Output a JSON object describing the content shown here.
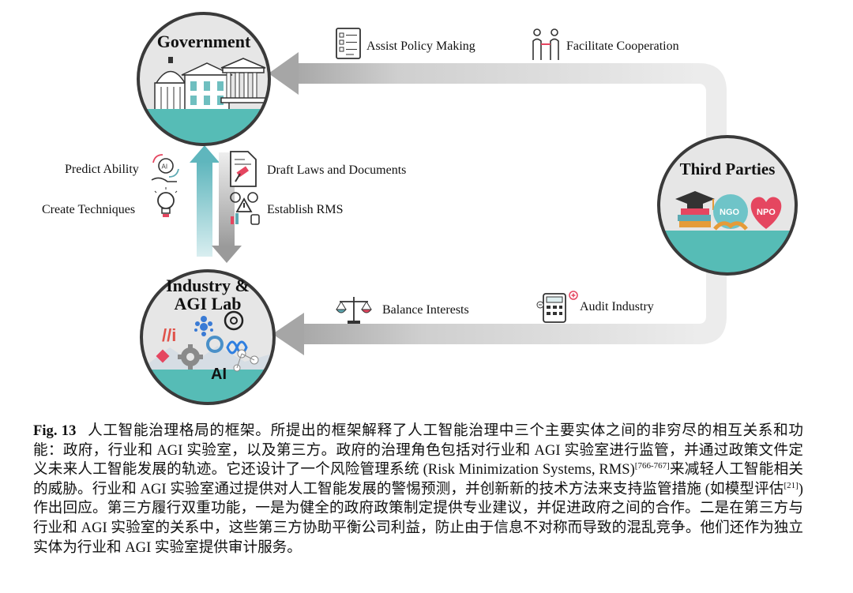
{
  "nodes": {
    "government": "Government",
    "industry_line1": "Industry &",
    "industry_line2": "AGI Lab",
    "third_parties": "Third Parties"
  },
  "badges": {
    "ngo": "NGO",
    "npo": "NPO"
  },
  "industry_logo_text": {
    "ai": "AI"
  },
  "labels": {
    "assist_policy": "Assist Policy Making",
    "facilitate_cooperation": "Facilitate Cooperation",
    "draft_laws": "Draft Laws and Documents",
    "establish_rms": "Establish RMS",
    "predict_ability": "Predict Ability",
    "create_techniques": "Create Techniques",
    "balance_interests": "Balance Interests",
    "audit_industry": "Audit Industry"
  },
  "icons": [
    "checklist-icon",
    "handshake-people-icon",
    "legal-document-icon",
    "risk-system-icon",
    "ai-hand-icon",
    "lightbulb-icon",
    "scales-icon",
    "calculator-icon",
    "government-buildings-icon",
    "graduation-cap-icon",
    "ngo-heart-icon",
    "npo-heart-icon",
    "gear-icon"
  ],
  "colors": {
    "arrow_gray": "#c9c9c9",
    "arrow_teal": "#7cc3c8",
    "circle_fill": "#e6e6e6",
    "sea": "#56bcb6",
    "npo_red": "#e54660",
    "ngo_teal": "#6fc4c8"
  },
  "caption": {
    "fig_label": "Fig. 13",
    "text_a": "人工智能治理格局的框架。所提出的框架解释了人工智能治理中三个主要实体之间的非穷尽的相互关系和功能：政府，行业和 AGI 实验室，以及第三方。政府的治理角色包括对行业和 AGI 实验室进行监管，并通过政策文件定义未来人工智能发展的轨迹。它还设计了一个风险管理系统 (Risk Minimization Systems, RMS)",
    "ref_a": "[766-767]",
    "text_b": "来减轻人工智能相关的威胁。行业和 AGI 实验室通过提供对人工智能发展的警惕预测，并创新新的技术方法来支持监管措施 (如模型评估",
    "ref_b": "[21]",
    "text_c": ") 作出回应。第三方履行双重功能，一是为健全的政府政策制定提供专业建议，并促进政府之间的合作。二是在第三方与行业和 AGI 实验室的关系中，这些第三方协助平衡公司利益，防止由于信息不对称而导致的混乱竞争。他们还作为独立实体为行业和 AGI 实验室提供审计服务。"
  }
}
